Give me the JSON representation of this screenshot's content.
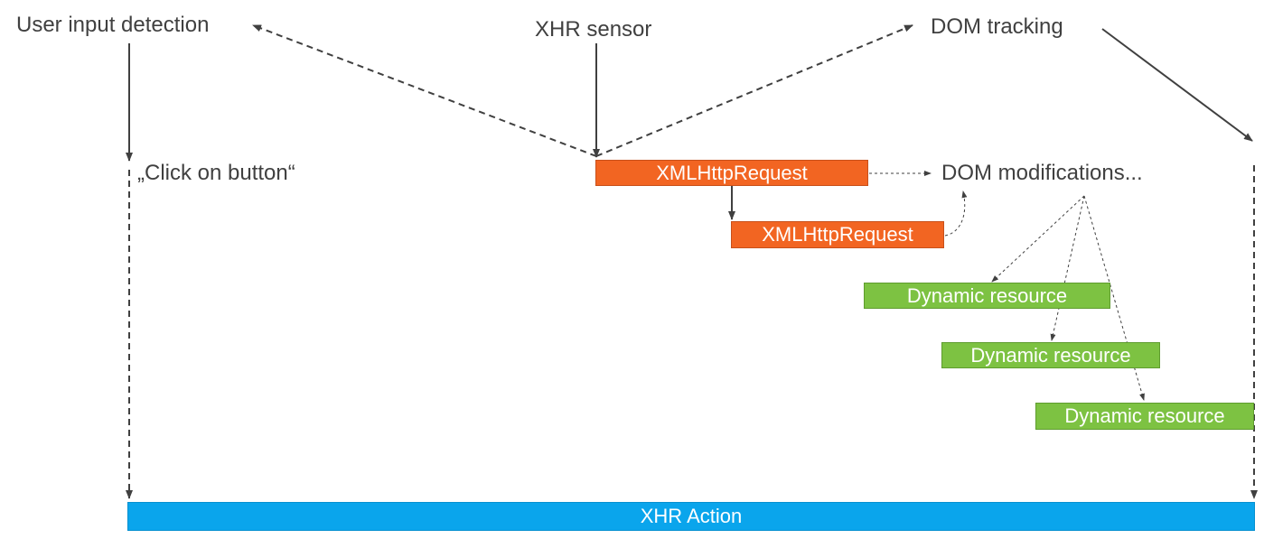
{
  "labels": {
    "user_input": "User input detection",
    "xhr_sensor": "XHR sensor",
    "dom_tracking": "DOM tracking",
    "click_on_button": "„Click on button“",
    "dom_modifications": "DOM modifications..."
  },
  "boxes": {
    "xhr_request_1": "XMLHttpRequest",
    "xhr_request_2": "XMLHttpRequest",
    "dynamic_resource_1": "Dynamic resource",
    "dynamic_resource_2": "Dynamic resource",
    "dynamic_resource_3": "Dynamic resource",
    "xhr_action": "XHR Action"
  },
  "colors": {
    "request": "#f26522",
    "resource": "#7dc242",
    "action": "#0aa5ec",
    "text": "#404040",
    "line": "#404040"
  }
}
